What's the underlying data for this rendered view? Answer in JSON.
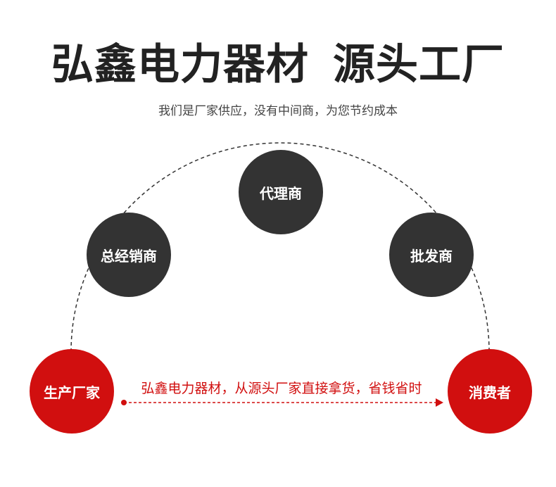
{
  "title": {
    "part1": "弘鑫电力器材",
    "part2": "源头工厂"
  },
  "subtitle": "我们是厂家供应，没有中间商，为您节约成本",
  "nodes": {
    "agent": "代理商",
    "distributor": "总经销商",
    "wholesaler": "批发商",
    "manufacturer": "生产厂家",
    "consumer": "消费者"
  },
  "direct_label": "弘鑫电力器材，从源头厂家直接拿货，省钱省时",
  "colors": {
    "dark": "#333333",
    "red": "#d10f0f",
    "text": "#222222"
  }
}
